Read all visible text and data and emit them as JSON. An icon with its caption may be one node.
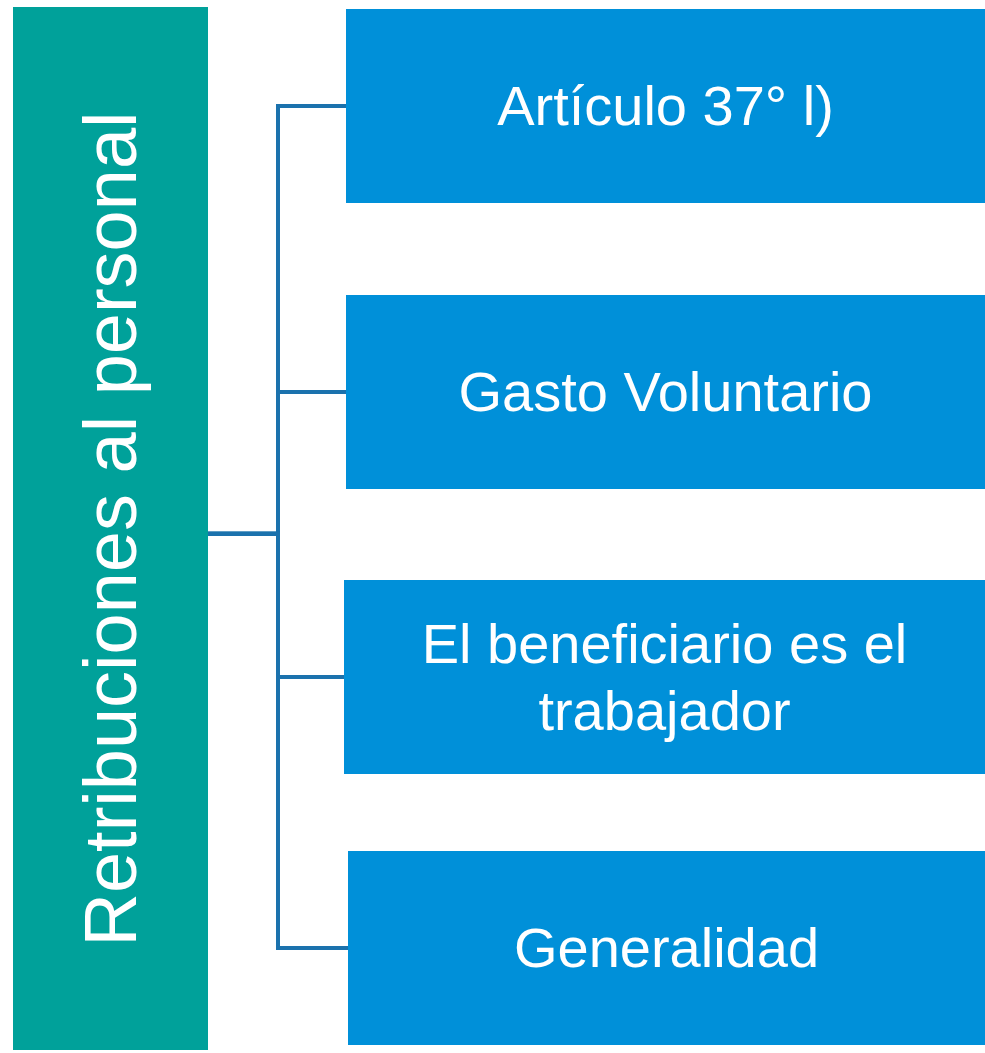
{
  "diagram": {
    "nodes": [
      {
        "text": [
          "Retribuciones al personal"
        ]
      },
      {
        "text": [
          "Artículo 37° l)"
        ]
      },
      {
        "text": [
          "Gasto Voluntario"
        ]
      },
      {
        "text": [
          "El beneficiario es el trabajador"
        ]
      },
      {
        "text": [
          "Generalidad"
        ]
      }
    ],
    "edges": [
      {
        "from": 0,
        "to": 1,
        "arrow": "none"
      },
      {
        "from": 0,
        "to": 2,
        "arrow": "none"
      },
      {
        "from": 0,
        "to": 3,
        "arrow": "none"
      },
      {
        "from": 0,
        "to": 4,
        "arrow": "none"
      }
    ]
  }
}
